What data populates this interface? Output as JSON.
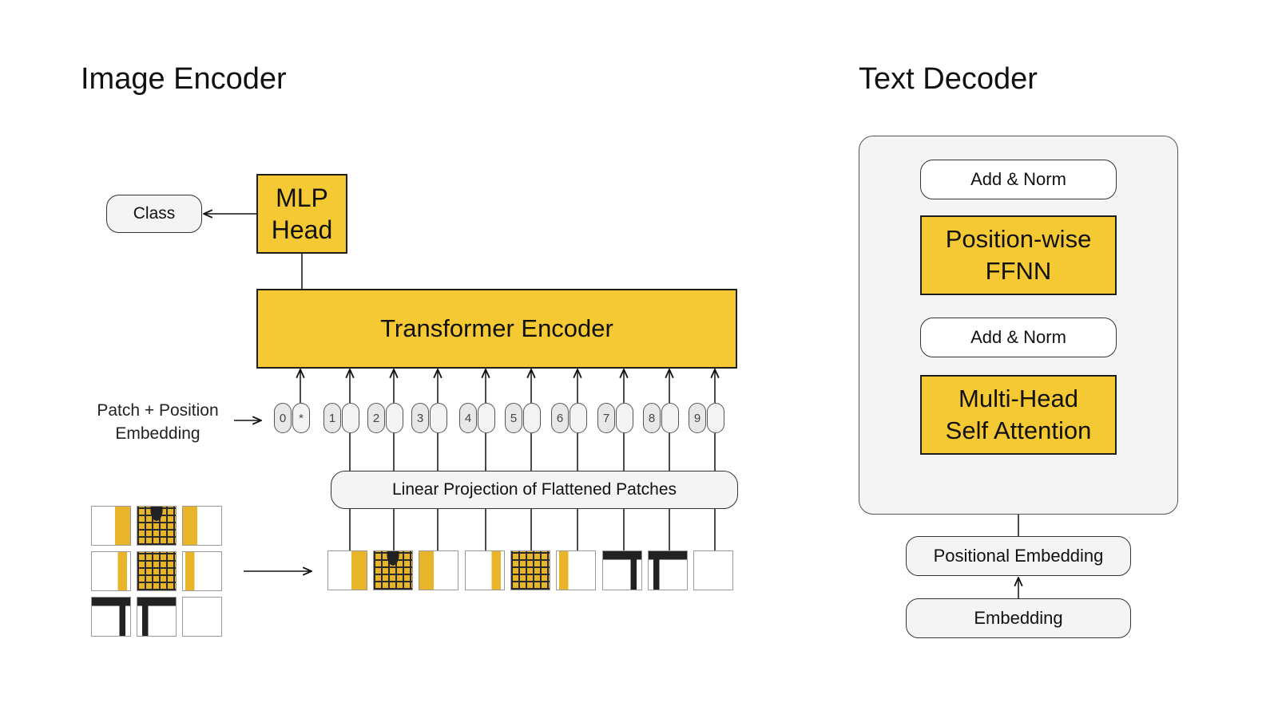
{
  "encoder": {
    "title": "Image Encoder",
    "class_label": "Class",
    "mlp_head": "MLP\nHead",
    "transformer": "Transformer Encoder",
    "embedding_label_1": "Patch + Position",
    "embedding_label_2": "Embedding",
    "projection": "Linear Projection of Flattened Patches",
    "tokens": [
      "0",
      "*",
      "1",
      "2",
      "3",
      "4",
      "5",
      "6",
      "7",
      "8",
      "9"
    ]
  },
  "decoder": {
    "title": "Text Decoder",
    "add_norm_top": "Add & Norm",
    "ffnn": "Position-wise\nFFNN",
    "add_norm_bottom": "Add & Norm",
    "attention": "Multi-Head\nSelf Attention",
    "positional_embedding": "Positional Embedding",
    "embedding": "Embedding"
  },
  "colors": {
    "block_fill": "#f5c933",
    "pill_fill": "#f4f4f4",
    "panel_fill": "#f4f4f4",
    "plaid_yellow": "#e8b52a",
    "plaid_dark": "#2a2a2a"
  }
}
